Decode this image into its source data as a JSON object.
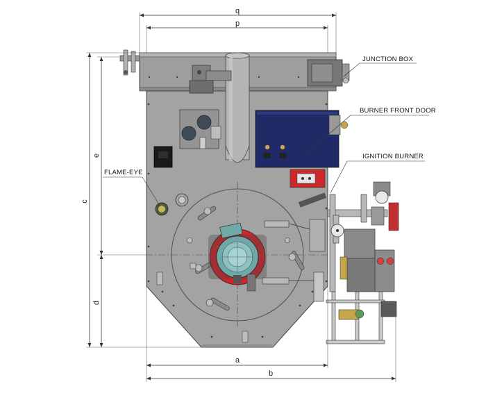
{
  "dimensions": {
    "q": "q",
    "p": "p",
    "c": "c",
    "e": "e",
    "d": "d",
    "a": "a",
    "b": "b"
  },
  "callouts": {
    "junction_box": "JUNCTION BOX",
    "burner_front_door": "BURNER FRONT DOOR",
    "ignition_burner": "IGNITION BURNER",
    "flame_eye": "FLAME-EYE"
  },
  "colors": {
    "body_gray": "#a3a3a3",
    "panel_dark_gray": "#8f8f8f",
    "door_blue": "#1f2a66",
    "flange_red": "#d4242a",
    "ignition_red": "#cc2a2a",
    "motor_teal": "#6fa8a6",
    "pipe_gray": "#b8b8b8"
  },
  "icons": [
    "junction-box-icon",
    "burner-front-door-icon",
    "ignition-burner-icon",
    "flame-eye-icon",
    "motor-icon",
    "valve-train-icon"
  ]
}
